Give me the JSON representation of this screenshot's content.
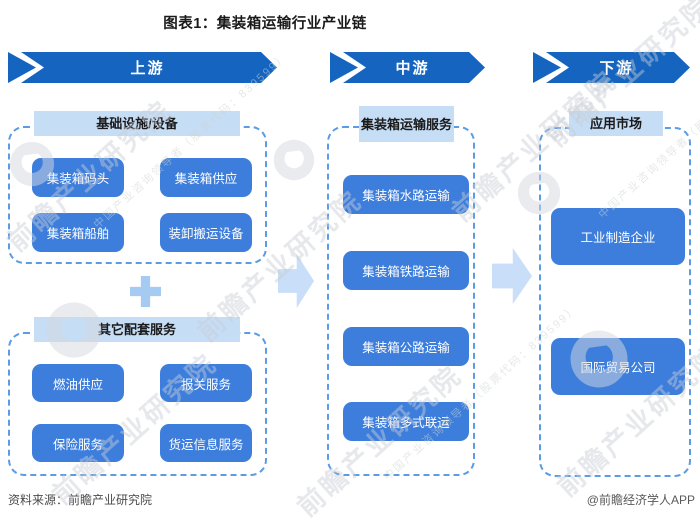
{
  "title": "图表1：集装箱运输行业产业链",
  "stages": [
    {
      "label": "上游"
    },
    {
      "label": "中游"
    },
    {
      "label": "下游"
    }
  ],
  "upstream": {
    "infrastructure": {
      "header": "基础设施/设备",
      "items": [
        "集装箱码头",
        "集装箱供应",
        "集装箱船舶",
        "装卸搬运设备"
      ]
    },
    "support": {
      "header": "其它配套服务",
      "items": [
        "燃油供应",
        "报关服务",
        "保险服务",
        "货运信息服务"
      ]
    }
  },
  "midstream": {
    "header": "集装箱运输服务",
    "items": [
      "集装箱水路运输",
      "集装箱铁路运输",
      "集装箱公路运输",
      "集装箱多式联运"
    ]
  },
  "downstream": {
    "header": "应用市场",
    "items": [
      "工业制造企业",
      "国际贸易公司"
    ]
  },
  "footer": {
    "source": "资料来源：前瞻产业研究院",
    "credit": "@前瞻经济学人APP"
  },
  "watermark": {
    "text": "前瞻产业研究院",
    "subtext": "中国产业咨询领导者（股票代码：839599）"
  },
  "icons": {
    "plus": "plus-shape",
    "flow_arrow": "right-block-arrow",
    "stage_banner": "chevron-ribbon",
    "watermark_logo": "qianzhan-logo"
  },
  "colors": {
    "stage_banner": "#1565c0",
    "node": "#3d7edd",
    "group_header_bg": "#c6ddf6",
    "panel_border": "#5b9ce4",
    "flow_arrow": "#c9def8",
    "plus": "#a6cbf2",
    "watermark": "#c9ced6"
  }
}
